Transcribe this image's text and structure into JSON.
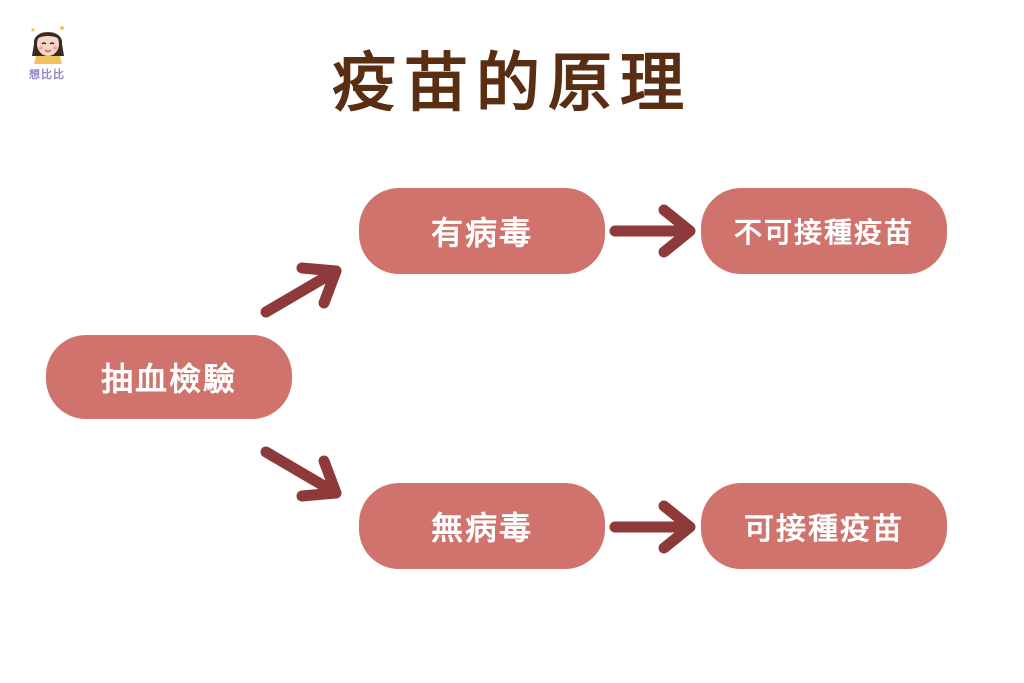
{
  "title": "疫苗的原理",
  "logo": {
    "text": "想比比"
  },
  "nodes": {
    "blood_test": "抽血檢驗",
    "has_virus": "有病毒",
    "no_virus": "無病毒",
    "cannot_vaccinate": "不可接種疫苗",
    "can_vaccinate": "可接種疫苗"
  },
  "colors": {
    "title": "#5a2e12",
    "node_fill": "#d0736c",
    "arrow": "#8e3a3a",
    "node_text": "#ffffff"
  }
}
